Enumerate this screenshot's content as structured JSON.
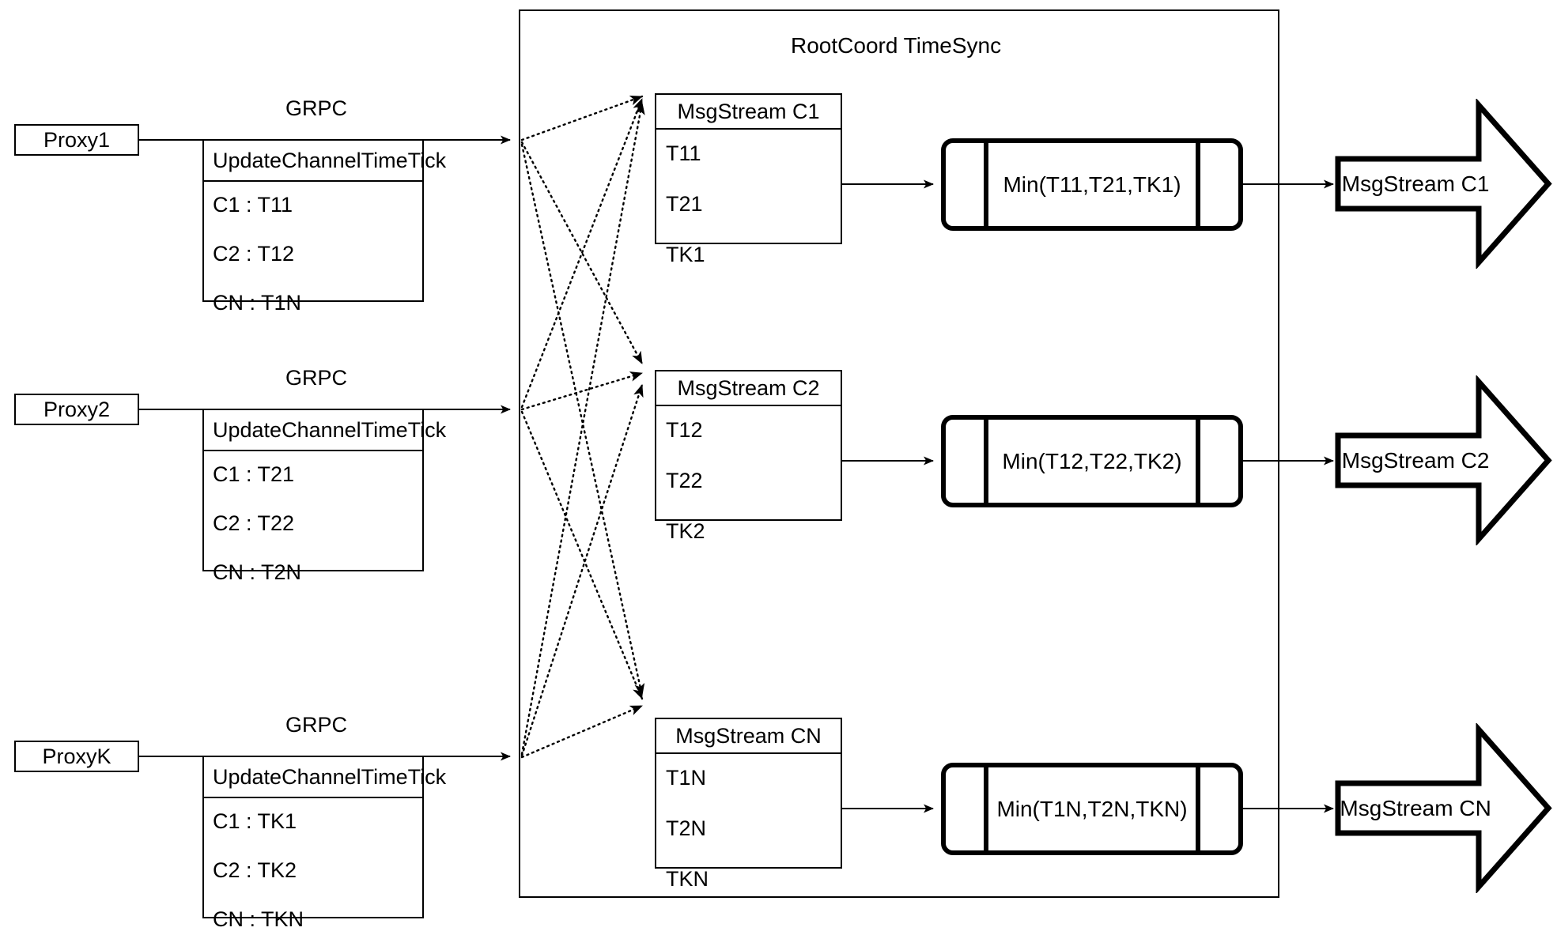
{
  "diagram": {
    "title": "RootCoord TimeSync",
    "container_label": "RootCoord TimeSync"
  },
  "proxies": [
    {
      "name": "Proxy1",
      "link_label": "GRPC",
      "tick": {
        "header": "UpdateChannelTimeTick",
        "rows": [
          "C1 :  T11",
          "C2 :  T12",
          "CN : T1N"
        ]
      }
    },
    {
      "name": "Proxy2",
      "link_label": "GRPC",
      "tick": {
        "header": "UpdateChannelTimeTick",
        "rows": [
          "C1 :  T21",
          "C2 :  T22",
          "CN : T2N"
        ]
      }
    },
    {
      "name": "ProxyK",
      "link_label": "GRPC",
      "tick": {
        "header": "UpdateChannelTimeTick",
        "rows": [
          "C1 :  TK1",
          "C2 :  TK2",
          "CN : TKN"
        ]
      }
    }
  ],
  "channels": [
    {
      "msgstream": {
        "header": "MsgStream C1",
        "rows": [
          "T11",
          "T21",
          "TK1"
        ]
      },
      "min": "Min(T11,T21,TK1)",
      "output": "MsgStream C1"
    },
    {
      "msgstream": {
        "header": "MsgStream C2",
        "rows": [
          "T12",
          "T22",
          "TK2"
        ]
      },
      "min": "Min(T12,T22,TK2)",
      "output": "MsgStream C2"
    },
    {
      "msgstream": {
        "header": "MsgStream CN",
        "rows": [
          "T1N",
          "T2N",
          "TKN"
        ]
      },
      "min": "Min(T1N,T2N,TKN)",
      "output": "MsgStream CN"
    }
  ],
  "colors": {
    "stroke": "#000000",
    "background": "#ffffff"
  }
}
